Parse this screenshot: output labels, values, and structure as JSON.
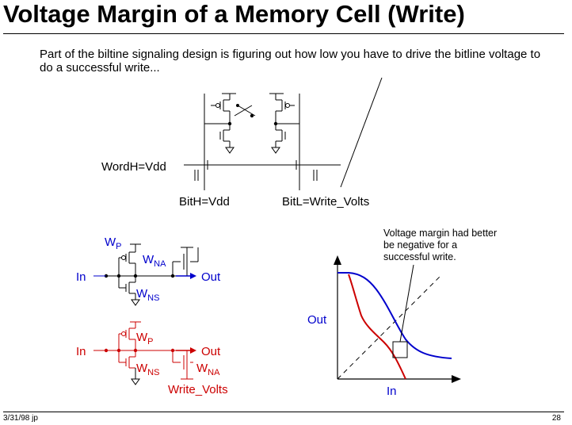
{
  "title": "Voltage Margin of a Memory Cell (Write)",
  "intro": "Part of the biltine signaling design is figuring out how low you have to drive the bitline voltage to do a successful write...",
  "cell": {
    "wordline_label": "WordH=Vdd",
    "bith_label": "BitH=Vdd",
    "bitl_label": "BitL=Write_Volts"
  },
  "read_circuit": {
    "in_label": "In",
    "out_label": "Out",
    "wp": {
      "main": "W",
      "sub": "P"
    },
    "wna": {
      "main": "W",
      "sub": "NA"
    },
    "wns": {
      "main": "W",
      "sub": "NS"
    }
  },
  "write_circuit": {
    "in_label": "In",
    "out_label": "Out",
    "wp": {
      "main": "W",
      "sub": "P"
    },
    "wns": {
      "main": "W",
      "sub": "NS"
    },
    "wna": {
      "main": "W",
      "sub": "NA"
    },
    "source_label": "Write_Volts"
  },
  "vtc_plot": {
    "ylabel": "Out",
    "xlabel": "In",
    "annotation": [
      "Voltage margin had better",
      "be negative for a",
      "successful write."
    ]
  },
  "footer": {
    "date": "3/31/98 jp",
    "page": "28"
  },
  "colors": {
    "text": "#000000",
    "blue": "#0000cc",
    "red": "#cc0000"
  }
}
